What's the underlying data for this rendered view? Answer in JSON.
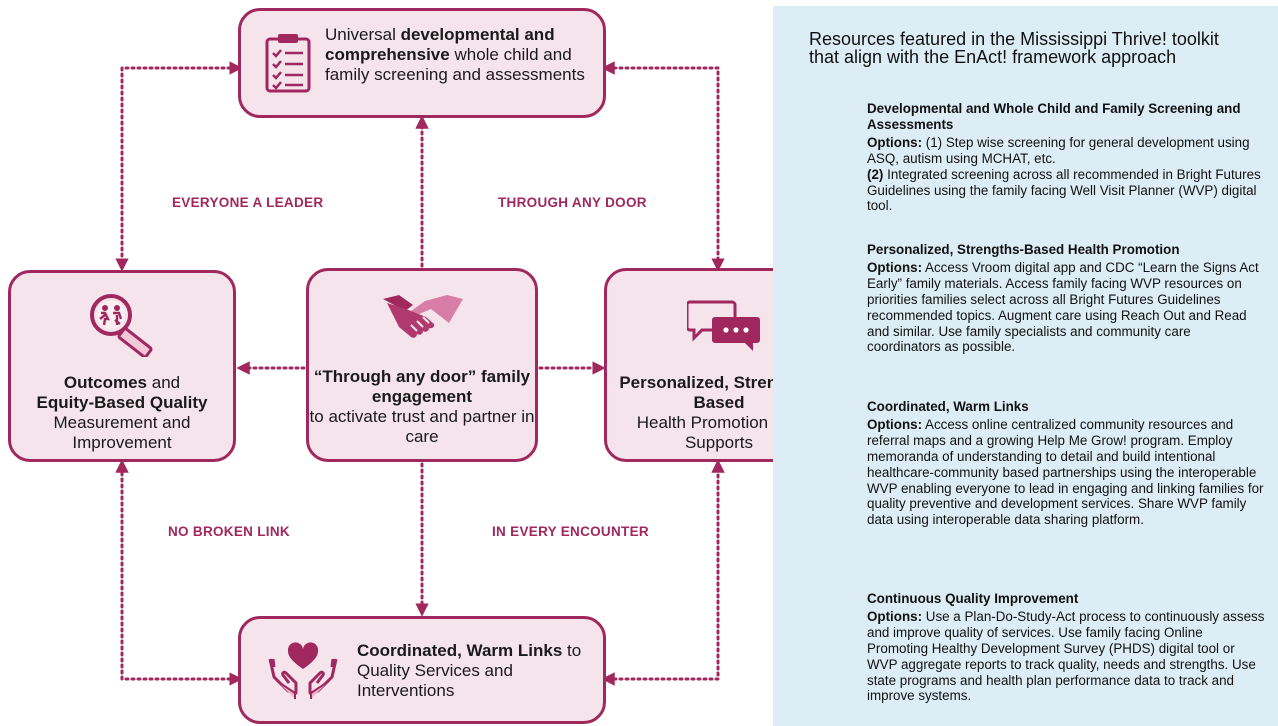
{
  "boxes": {
    "top": {
      "pre": "Universal ",
      "bold": "developmental and comprehensive",
      "post": " whole child and family screening and assessments"
    },
    "left": {
      "bold1": "Outcomes",
      "mid": " and ",
      "bold2": "Equity-Based Quality",
      "post": "Measurement and Improvement"
    },
    "center": {
      "bold": "“Through any door” family engagement",
      "post": "to activate trust and partner in care"
    },
    "right": {
      "bold": "Personalized, Strengths-Based",
      "post": "Health Promotion and Supports"
    },
    "bottom": {
      "bold": "Coordinated, Warm Links",
      "post": " to Quality Services and Interventions"
    }
  },
  "labels": {
    "top_left": "EVERYONE A LEADER",
    "top_right": "THROUGH ANY DOOR",
    "bottom_left": "NO BROKEN LINK",
    "bottom_right": "IN EVERY ENCOUNTER"
  },
  "panel": {
    "title": "Resources featured in the Mississippi Thrive! toolkit that align with the EnAct! framework approach",
    "resources": [
      {
        "heading": "Developmental and Whole Child and Family Screening and Assessments",
        "options_label": "Options:",
        "text": " (1) Step wise screening for general development using ASQ, autism using MCHAT, etc.",
        "text2_bold": "(2)",
        "text2": " Integrated screening across all recommended in Bright Futures Guidelines using the family facing Well Visit Planner (WVP) digital tool."
      },
      {
        "heading": "Personalized, Strengths-Based Health Promotion",
        "options_label": "Options:",
        "text": " Access Vroom digital app and CDC “Learn the Signs Act Early” family materials. Access family facing WVP resources on priorities families select across all Bright Futures Guidelines recommended topics. Augment care using Reach Out and Read and similar. Use family specialists and community care coordinators as possible."
      },
      {
        "heading": "Coordinated, Warm Links",
        "options_label": "Options:",
        "text": " Access online centralized community resources and referral maps and a growing Help Me Grow! program. Employ memoranda of understanding to detail and build intentional healthcare-community based partnerships using the interoperable WVP enabling everyone to lead in engaging and linking families for quality preventive and development services. Share WVP family data using interoperable data sharing platform."
      },
      {
        "heading": "Continuous Quality Improvement",
        "options_label": "Options:",
        "text": " Use a Plan-Do-Study-Act process to continuously assess and improve quality of services. Use family facing Online Promoting Healthy Development Survey (PHDS) digital tool or WVP aggregate reports to track quality, needs and strengths. Use state programs and health plan performance data to track and improve systems."
      }
    ]
  },
  "icons": [
    "clipboard-checklist-icon",
    "magnifier-children-icon",
    "handshake-icon",
    "chat-bubbles-icon",
    "heart-hands-icon"
  ],
  "colors": {
    "accent": "#a0285e",
    "box_fill": "#f5e4ec",
    "panel_bg": "#dcedf6"
  }
}
